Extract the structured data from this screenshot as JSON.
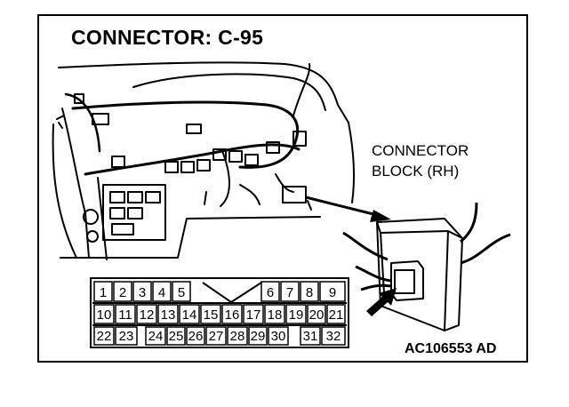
{
  "title": "CONNECTOR: C-95",
  "block_label": [
    "CONNECTOR",
    "BLOCK (RH)"
  ],
  "code": "AC106553 AD",
  "pin_rows": [
    [
      "1",
      "2",
      "3",
      "4",
      "5",
      "",
      "6",
      "7",
      "8",
      "9"
    ],
    [
      "10",
      "11",
      "12",
      "13",
      "14",
      "15",
      "16",
      "17",
      "18",
      "19",
      "20",
      "21"
    ],
    [
      "22",
      "23",
      "",
      "24",
      "25",
      "26",
      "27",
      "28",
      "29",
      "30",
      "",
      "31",
      "32"
    ]
  ]
}
